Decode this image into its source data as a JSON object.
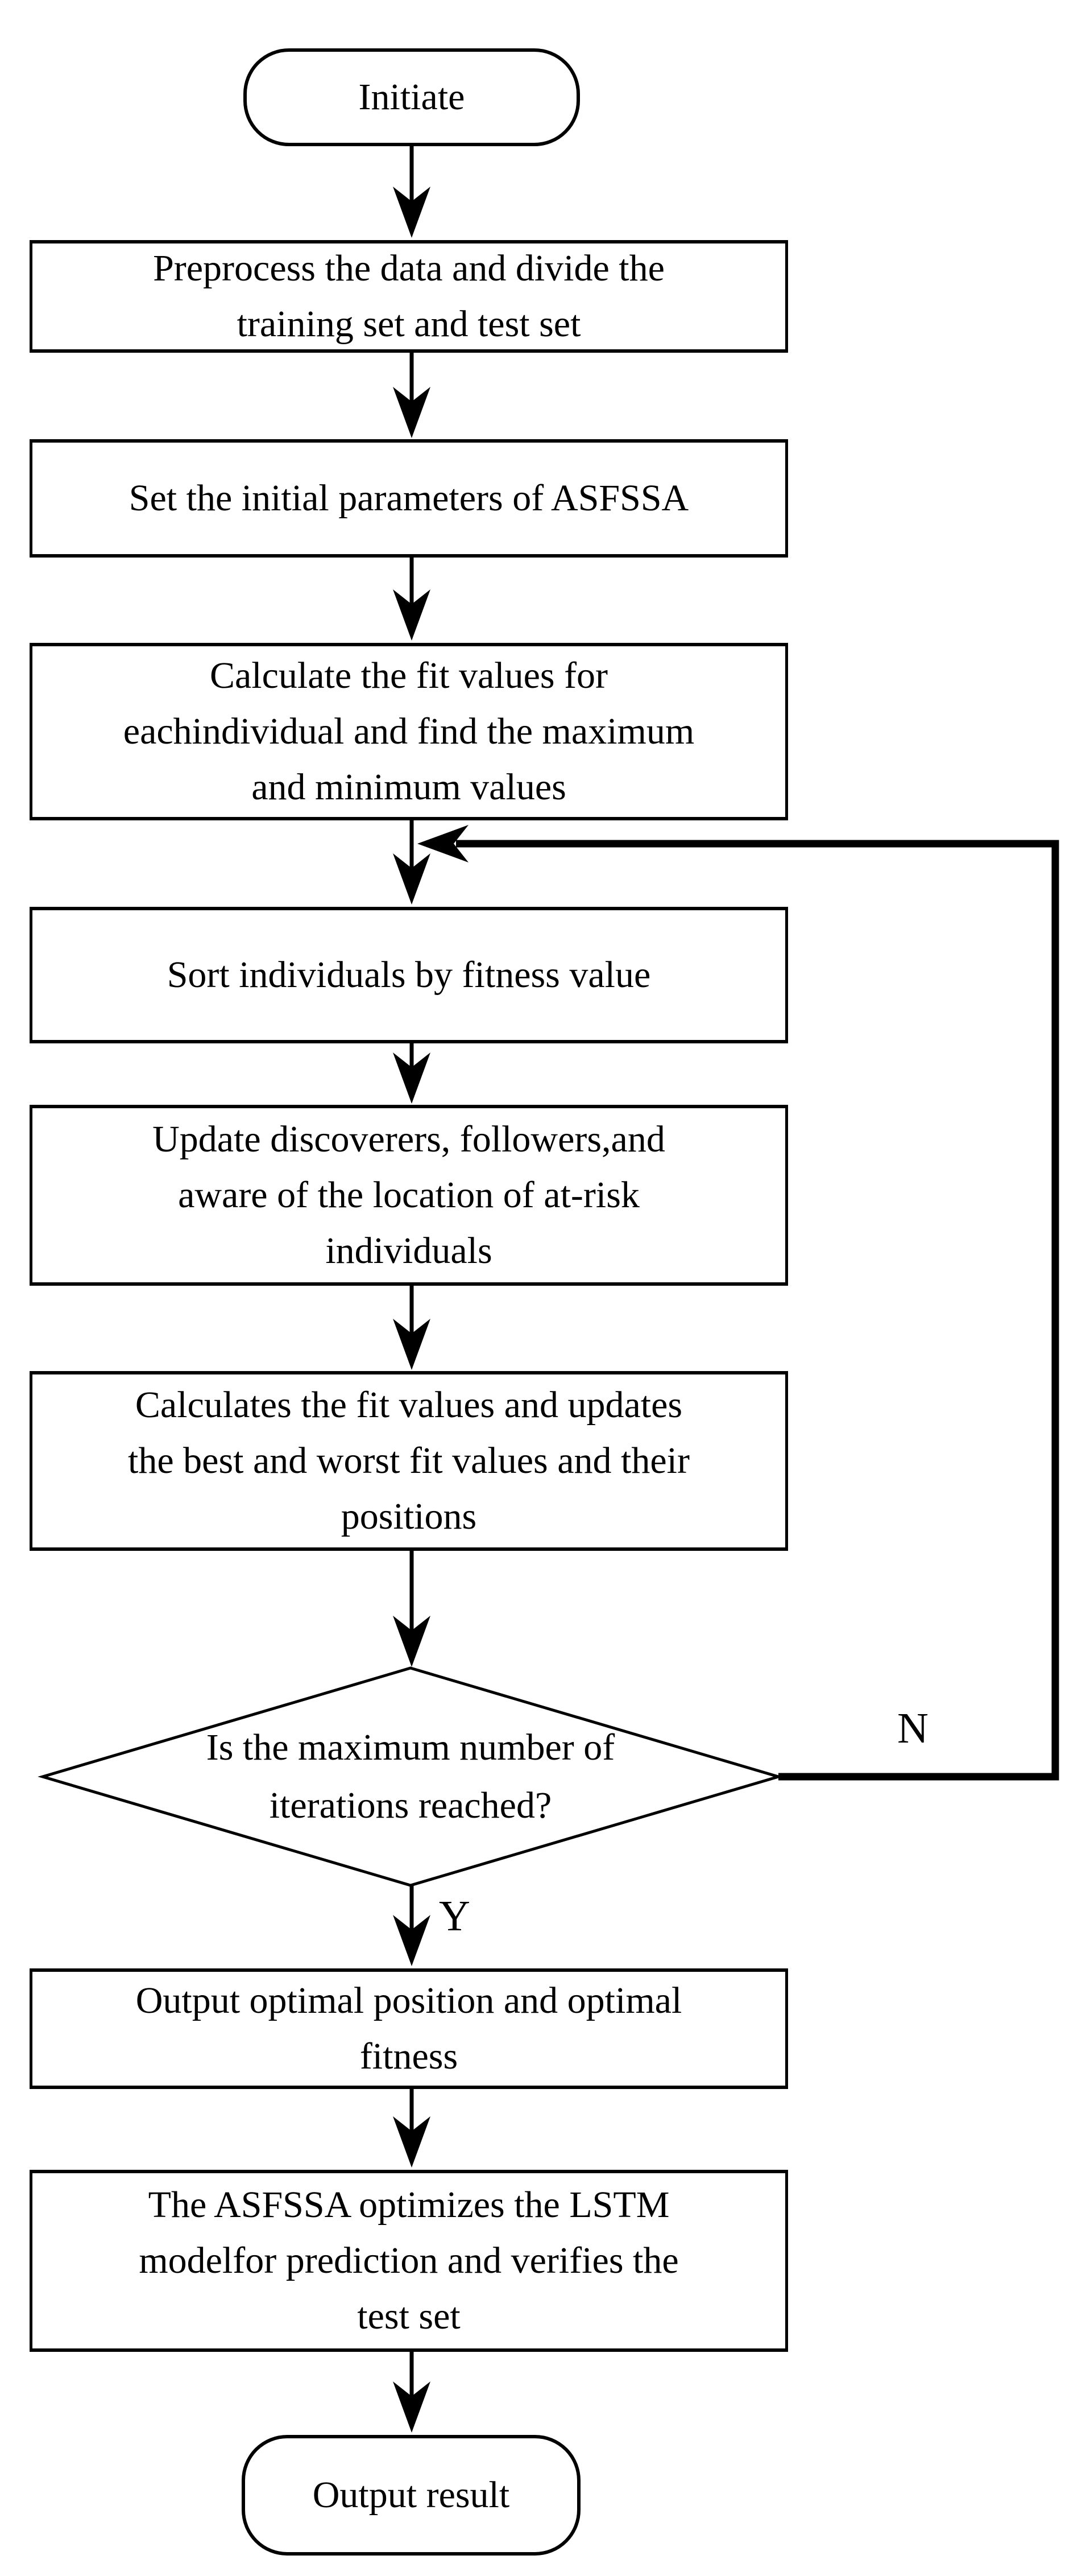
{
  "flowchart": {
    "nodes": {
      "initiate": {
        "type": "terminator",
        "label": "Initiate"
      },
      "preprocess": {
        "type": "process",
        "label": "Preprocess the data and divide the\ntraining set and test set"
      },
      "set_parameters": {
        "type": "process",
        "label": "Set the initial parameters of ASFSSA"
      },
      "calculate_fit": {
        "type": "process",
        "label": "Calculate the fit values for\neachindividual and find the maximum\nand minimum values"
      },
      "sort_individuals": {
        "type": "process",
        "label": "Sort individuals by fitness value"
      },
      "update_roles": {
        "type": "process",
        "label": "Update discoverers, followers,and\naware of the location of at-risk\nindividuals"
      },
      "calculate_update": {
        "type": "process",
        "label": "Calculates the fit values and updates\nthe best and worst fit values and their\npositions"
      },
      "decision_max_iterations": {
        "type": "decision",
        "label": "Is the maximum number of\niterations reached?"
      },
      "output_optimal": {
        "type": "process",
        "label": "Output optimal position and optimal\nfitness"
      },
      "optimize_lstm": {
        "type": "process",
        "label": "The ASFSSA optimizes the LSTM\nmodelfor prediction and verifies the\ntest set"
      },
      "output_result": {
        "type": "terminator",
        "label": "Output result"
      }
    },
    "edge_labels": {
      "no": "N",
      "yes": "Y"
    },
    "colors": {
      "stroke": "#000000",
      "fill": "#ffffff"
    }
  }
}
